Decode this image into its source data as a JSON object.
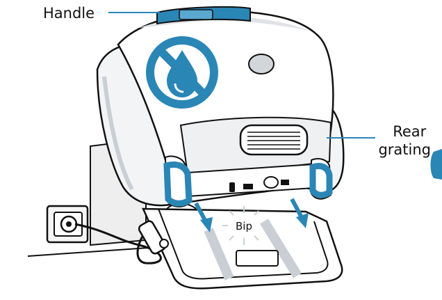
{
  "labels": {
    "handle": "Handle",
    "rear_grating": "Rear\ngrating",
    "beep": "Bip"
  },
  "colors": {
    "accent": "#2a86b5",
    "accent_light": "#5aa8d0",
    "outline": "#111111",
    "body_white": "#ffffff",
    "shade_light": "#e9ecef",
    "shade_mid": "#c9cfd4",
    "wall": "#e6e6e6"
  },
  "icons": [
    "no-water-icon",
    "power-socket-icon",
    "beep-burst-icon",
    "arrow-down-icon"
  ]
}
